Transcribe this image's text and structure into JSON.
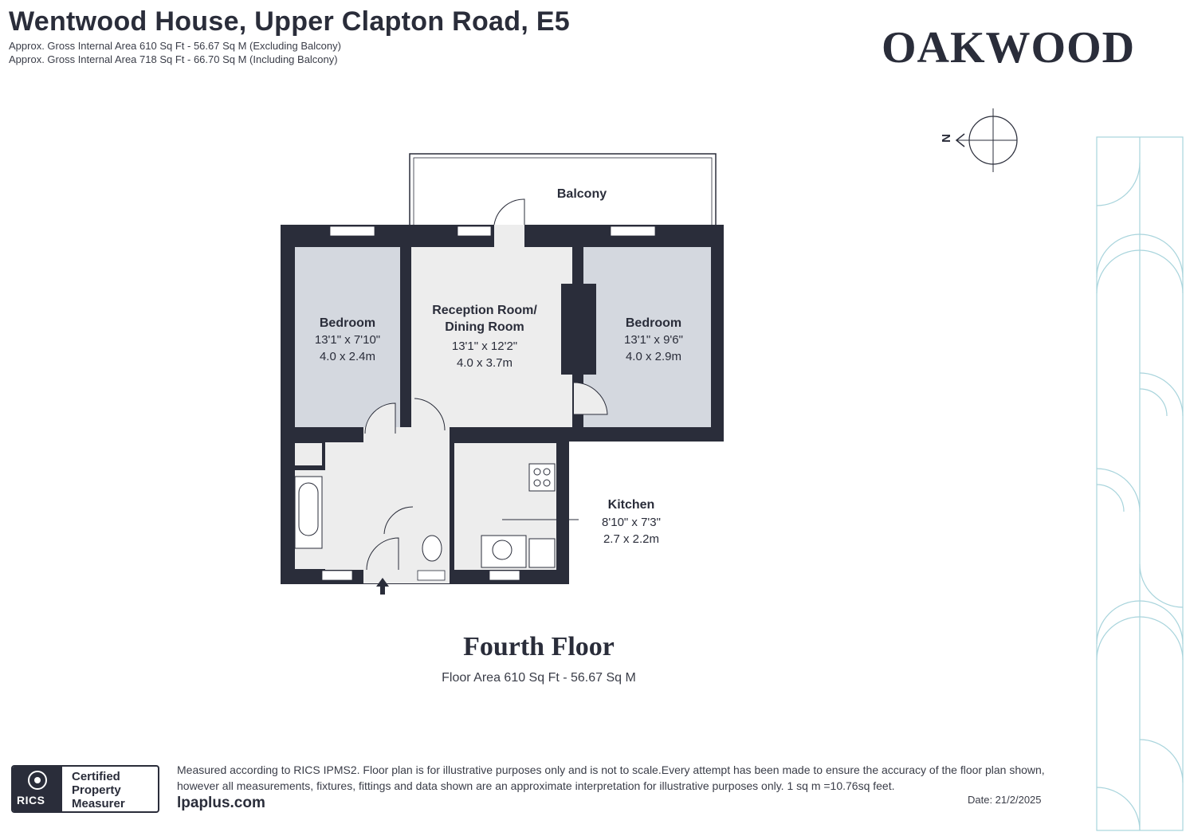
{
  "header": {
    "title": "Wentwood House, Upper Clapton Road, E5",
    "area_excluding": "Approx. Gross Internal Area 610 Sq Ft - 56.67 Sq M (Excluding Balcony)",
    "area_including": "Approx. Gross Internal Area 718 Sq Ft - 66.70 Sq M (Including Balcony)"
  },
  "brand": {
    "logo_text": "OAKWOOD",
    "primary_color": "#2a2d3a",
    "room_fill": "#d4d8df",
    "living_fill": "#ededed",
    "pattern_color": "#a8d4dc"
  },
  "compass": {
    "label": "N",
    "icon": "north-arrow-icon"
  },
  "rooms": {
    "balcony": {
      "name": "Balcony"
    },
    "bedroom1": {
      "name": "Bedroom",
      "imperial": "13'1\" x 7'10\"",
      "metric": "4.0 x 2.4m"
    },
    "reception": {
      "name_line1": "Reception Room/",
      "name_line2": "Dining Room",
      "imperial": "13'1\" x 12'2\"",
      "metric": "4.0 x 3.7m"
    },
    "bedroom2": {
      "name": "Bedroom",
      "imperial": "13'1\" x 9'6\"",
      "metric": "4.0 x 2.9m"
    },
    "kitchen": {
      "name": "Kitchen",
      "imperial": "8'10\" x 7'3\"",
      "metric": "2.7 x 2.2m"
    }
  },
  "floor": {
    "title": "Fourth Floor",
    "area": "Floor Area 610 Sq Ft - 56.67 Sq M"
  },
  "footer": {
    "rics_logo_text": "RICS",
    "certified": [
      "Certified",
      "Property",
      "Measurer"
    ],
    "disclaimer": "Measured according to RICS IPMS2. Floor plan is for illustrative purposes only and is not to scale.Every attempt has been made to ensure the accuracy of the floor plan shown, however all measurements, fixtures, fittings and data shown are an approximate interpretation for illustrative purposes only. 1 sq m =10.76sq feet.",
    "website": "lpaplus.com",
    "date": "Date: 21/2/2025"
  }
}
